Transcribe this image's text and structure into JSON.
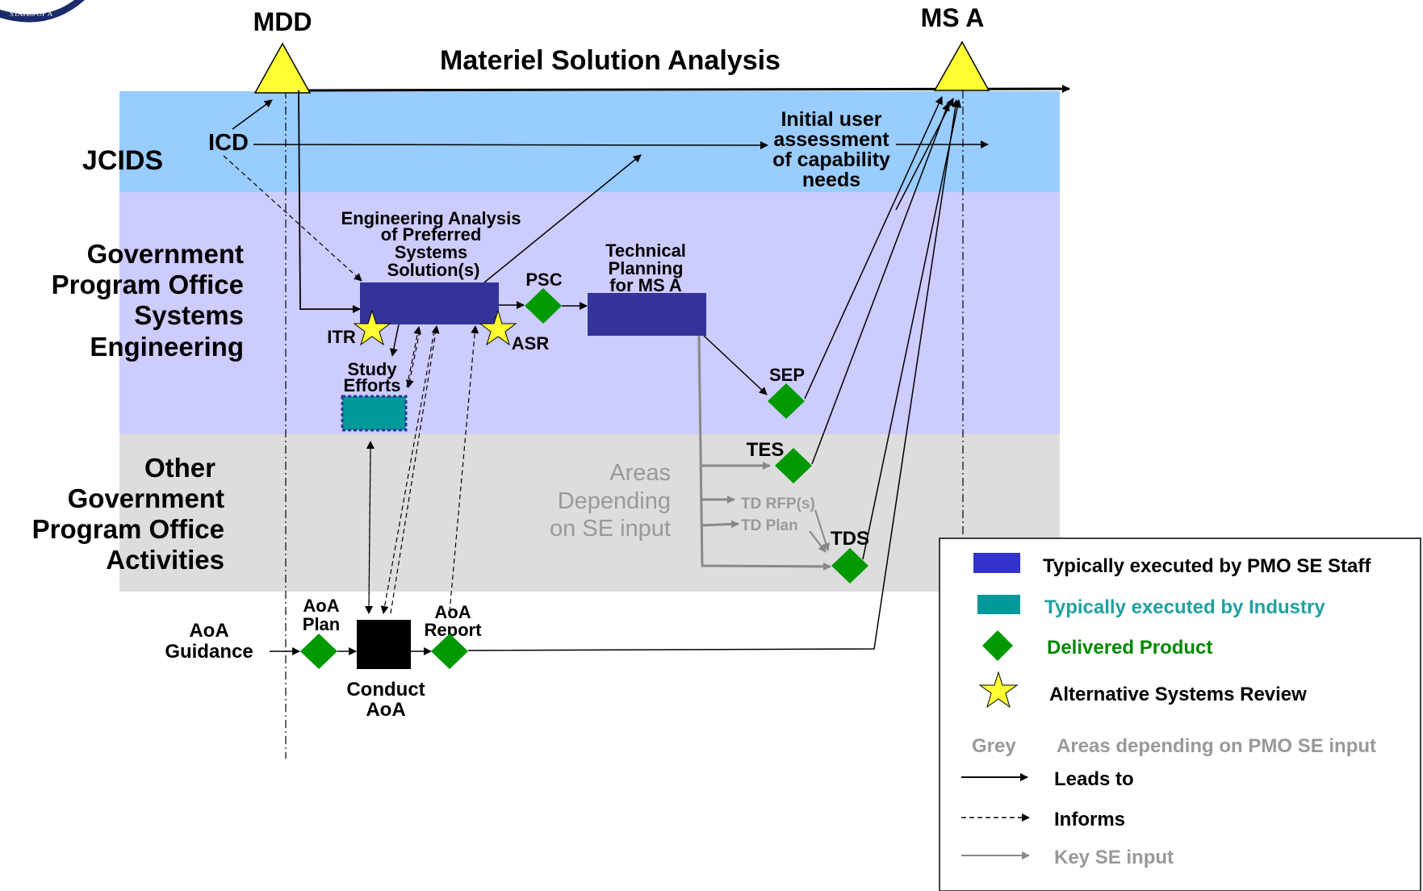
{
  "milestones": {
    "mdd": "MDD",
    "msa": "MS A",
    "phase": "Materiel Solution Analysis"
  },
  "lanes": {
    "jcids": "JCIDS",
    "gov_se": [
      "Government",
      "Program Office",
      "Systems",
      "Engineering"
    ],
    "other": [
      "Other",
      "Government",
      "Program Office",
      "Activities"
    ]
  },
  "nodes": {
    "icd": "ICD",
    "initial_user": [
      "Initial user",
      "assessment",
      "of capability",
      "needs"
    ],
    "eng_analysis": [
      "Engineering Analysis",
      "of Preferred",
      "Systems",
      "Solution(s)"
    ],
    "psc": "PSC",
    "tech_planning": [
      "Technical",
      "Planning",
      "for MS A"
    ],
    "itr": "ITR",
    "asr": "ASR",
    "study": [
      "Study",
      "Efforts"
    ],
    "sep": "SEP",
    "tes": "TES",
    "areas": [
      "Areas",
      "Depending",
      "on SE input"
    ],
    "td_rfp": "TD RFP(s)",
    "td_plan": "TD Plan",
    "tds": "TDS",
    "aoa_guidance": [
      "AoA",
      "Guidance"
    ],
    "aoa_plan": [
      "AoA",
      "Plan"
    ],
    "aoa_report": [
      "AoA",
      "Report"
    ],
    "conduct_aoa": [
      "Conduct",
      "AoA"
    ]
  },
  "legend": {
    "pmo": "Typically executed by PMO SE Staff",
    "industry": "Typically executed by Industry",
    "delivered": "Delivered Product",
    "asr": "Alternative Systems Review",
    "grey_key": "Grey",
    "grey_desc": "Areas depending on PMO SE input",
    "leads": "Leads to",
    "informs": "Informs",
    "key_se": "Key SE input"
  },
  "colors": {
    "jcids_lane": "#99ccff",
    "se_lane": "#ccccff",
    "other_lane": "#dddddd",
    "pmo_box": "#333399",
    "industry_box": "#009999",
    "product": "#009900",
    "star": "#ffff33",
    "milestone": "#ffff33"
  }
}
